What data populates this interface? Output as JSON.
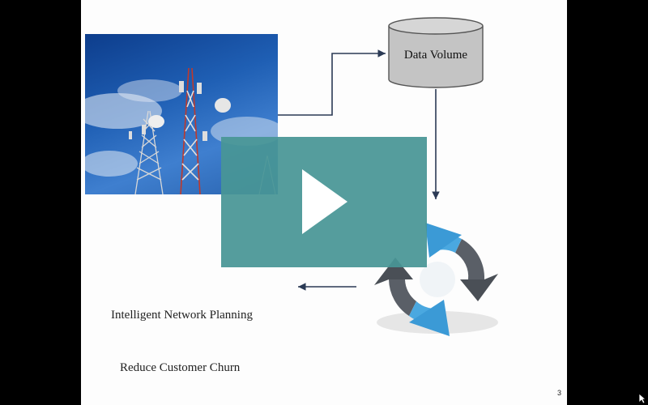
{
  "slide": {
    "database_label": "Data Volume",
    "items": [
      "Intelligent Network Planning",
      "Reduce Customer Churn"
    ],
    "page_number": "3"
  },
  "player": {
    "overlay_color": "#4a9696",
    "play_icon": "play-icon"
  },
  "colors": {
    "arrow_dark": "#2b3a55",
    "cycle_blue": "#4aa8e0",
    "cycle_gray": "#555a62",
    "database_fill": "#c4c4c4"
  }
}
